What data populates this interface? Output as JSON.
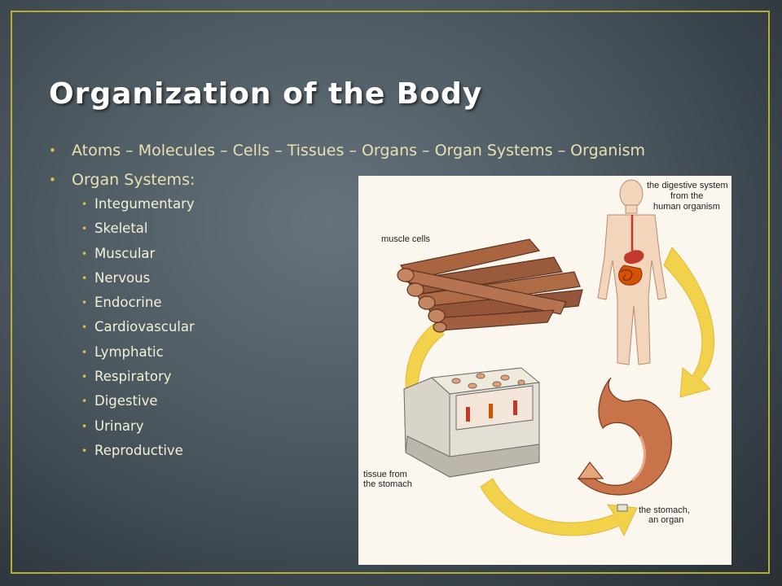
{
  "slide": {
    "title": "Organization of the Body",
    "bullets": [
      "Atoms – Molecules – Cells – Tissues – Organs – Organ Systems – Organism",
      "Organ Systems:"
    ],
    "organ_systems": [
      "Integumentary",
      "Skeletal",
      "Muscular",
      "Nervous",
      "Endocrine",
      "Cardiovascular",
      "Lymphatic",
      "Respiratory",
      "Digestive",
      "Urinary",
      "Reproductive"
    ]
  },
  "figure": {
    "labels": {
      "muscle": "muscle cells",
      "digestive_1": "the digestive system",
      "digestive_2": "from the",
      "digestive_3": "human organism",
      "tissue_1": "tissue from",
      "tissue_2": "the stomach",
      "stomach_1": "the stomach,",
      "stomach_2": "an organ"
    }
  },
  "colors": {
    "frame": "#b6ad36",
    "bullet": "#d7c54c",
    "arrow": "#f2d24a",
    "muscle": "#9a5a3c",
    "stomach": "#c8734a",
    "skin": "#f2d5bb"
  }
}
